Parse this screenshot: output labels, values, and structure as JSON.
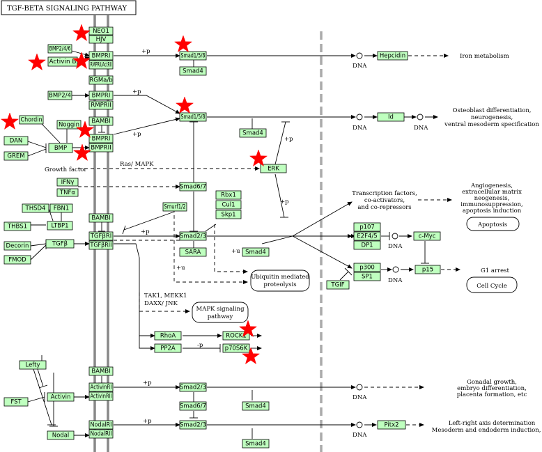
{
  "title": "TGF-BETA SIGNALING PATHWAY",
  "genes": {
    "neo1": "NEO1",
    "hjv": "HJV",
    "bmp246": "BMP2/4/6",
    "activinb": "Activin B",
    "bmpri_1": "BMPRI",
    "rmprii_1": "RMPRII/ActRII",
    "smad158_1": "Smad1/5/8",
    "smad4_1": "Smad4",
    "hepcidin": "Hepcidin",
    "rgma": "RGMa/b",
    "bmp24": "BMP2/4",
    "bmpri_2": "BMPRI",
    "rmprii_2": "RMPRII",
    "smad158_2": "Smad1/5/8",
    "smad4_2": "Smad4",
    "id": "Id",
    "chordin": "Chordin",
    "noggin": "Noggin",
    "bambi_1": "BAMBI",
    "dan": "DAN",
    "grem": "GREM",
    "bmp": "BMP",
    "bmpri_3": "BMPRI",
    "bmprii_3": "BMPRII",
    "erk": "ERK",
    "ifng": "IFNγ",
    "tnfa": "TNFα",
    "smad67_1": "Smad6/7",
    "thsd4": "THSD4",
    "fbn1": "FBN1",
    "thbs1": "THBS1",
    "ltbp1": "LTBP1",
    "bambi_2": "BAMBI",
    "smurf": "Smurf1/2",
    "rbx1": "Rbx1",
    "cul1": "Cul1",
    "skp1": "Skp1",
    "decorin": "Decorin",
    "tgfb": "TGFβ",
    "tgfbri": "TGFβRI",
    "tgfbrii": "TGFβRII",
    "smad23_1": "Smad2/3",
    "sara": "SARA",
    "smad4_3": "Smad4",
    "fmod": "FMOD",
    "p107": "p107",
    "e2f45": "E2F4/5",
    "dp1": "DP1",
    "cmyc": "c-Myc",
    "p300": "p300",
    "sp1": "SP1",
    "tgif": "TGIF",
    "p15": "p15",
    "rhoa": "RhoA",
    "rock1": "ROCK1",
    "pp2a": "PP2A",
    "p70s6k": "p70S6K",
    "lefty": "Lefty",
    "bambi_3": "BAMBI",
    "activinri": "ActivinRI",
    "activinrii": "ActivinRII",
    "smad23_2": "Smad2/3",
    "fst": "FST",
    "activin": "Activin",
    "smad67_2": "Smad6/7",
    "smad4_4": "Smad4",
    "nodalri": "NodalRI",
    "nodalrii": "NodalRII",
    "smad23_3": "Smad2/3",
    "nodal": "Nodal",
    "pitx2": "Pitx2",
    "smad4_5": "Smad4"
  },
  "labels": {
    "plus_p": "+p",
    "minus_p": "-p",
    "plus_u": "+u",
    "dna": "DNA",
    "growth_factor": "Growth factor",
    "ras_mapk": "Ras/ MAPK",
    "tak1_line1": "TAK1, MEKK1",
    "tak1_line2": "DAXX/ JNK"
  },
  "outcomes": {
    "iron": "Iron metabolism",
    "osteo": [
      "Osteoblast differentiation,",
      "neurogenesis,",
      "ventral mesoderm specification"
    ],
    "transcription": [
      "Transcription factors,",
      "co-activators,",
      "and co-repressors"
    ],
    "angio": [
      "Angiogenesis,",
      "extracellular matrix",
      "neogenesis,",
      "immunosuppression,",
      "apoptosis induction"
    ],
    "g1": "G1 arrest",
    "gonadal": [
      "Gonadal growth,",
      "embryo differentiation,",
      "placenta formation, etc"
    ],
    "leftright": [
      "Left-right axis determination",
      "Mesoderm and endoderm induction, etc"
    ]
  },
  "rounded_boxes": {
    "apoptosis": "Apoptosis",
    "ubiquitin": [
      "Ubiquitin mediated",
      "proteolysis"
    ],
    "mapk": [
      "MAPK signaling",
      "pathway"
    ],
    "cell_cycle": "Cell Cycle"
  },
  "colors": {
    "gene_fill": "#bfffbf",
    "star": "#ff0000",
    "membrane": "#888888",
    "nucleus_border": "#aaaaaa"
  },
  "highlighted_genes": [
    "NEO1",
    "Activin B",
    "BMPRI",
    "RMPRII/ActRII",
    "Smad1/5/8",
    "Chordin",
    "BMPRII",
    "ERK",
    "ROCK1",
    "p70S6K"
  ]
}
